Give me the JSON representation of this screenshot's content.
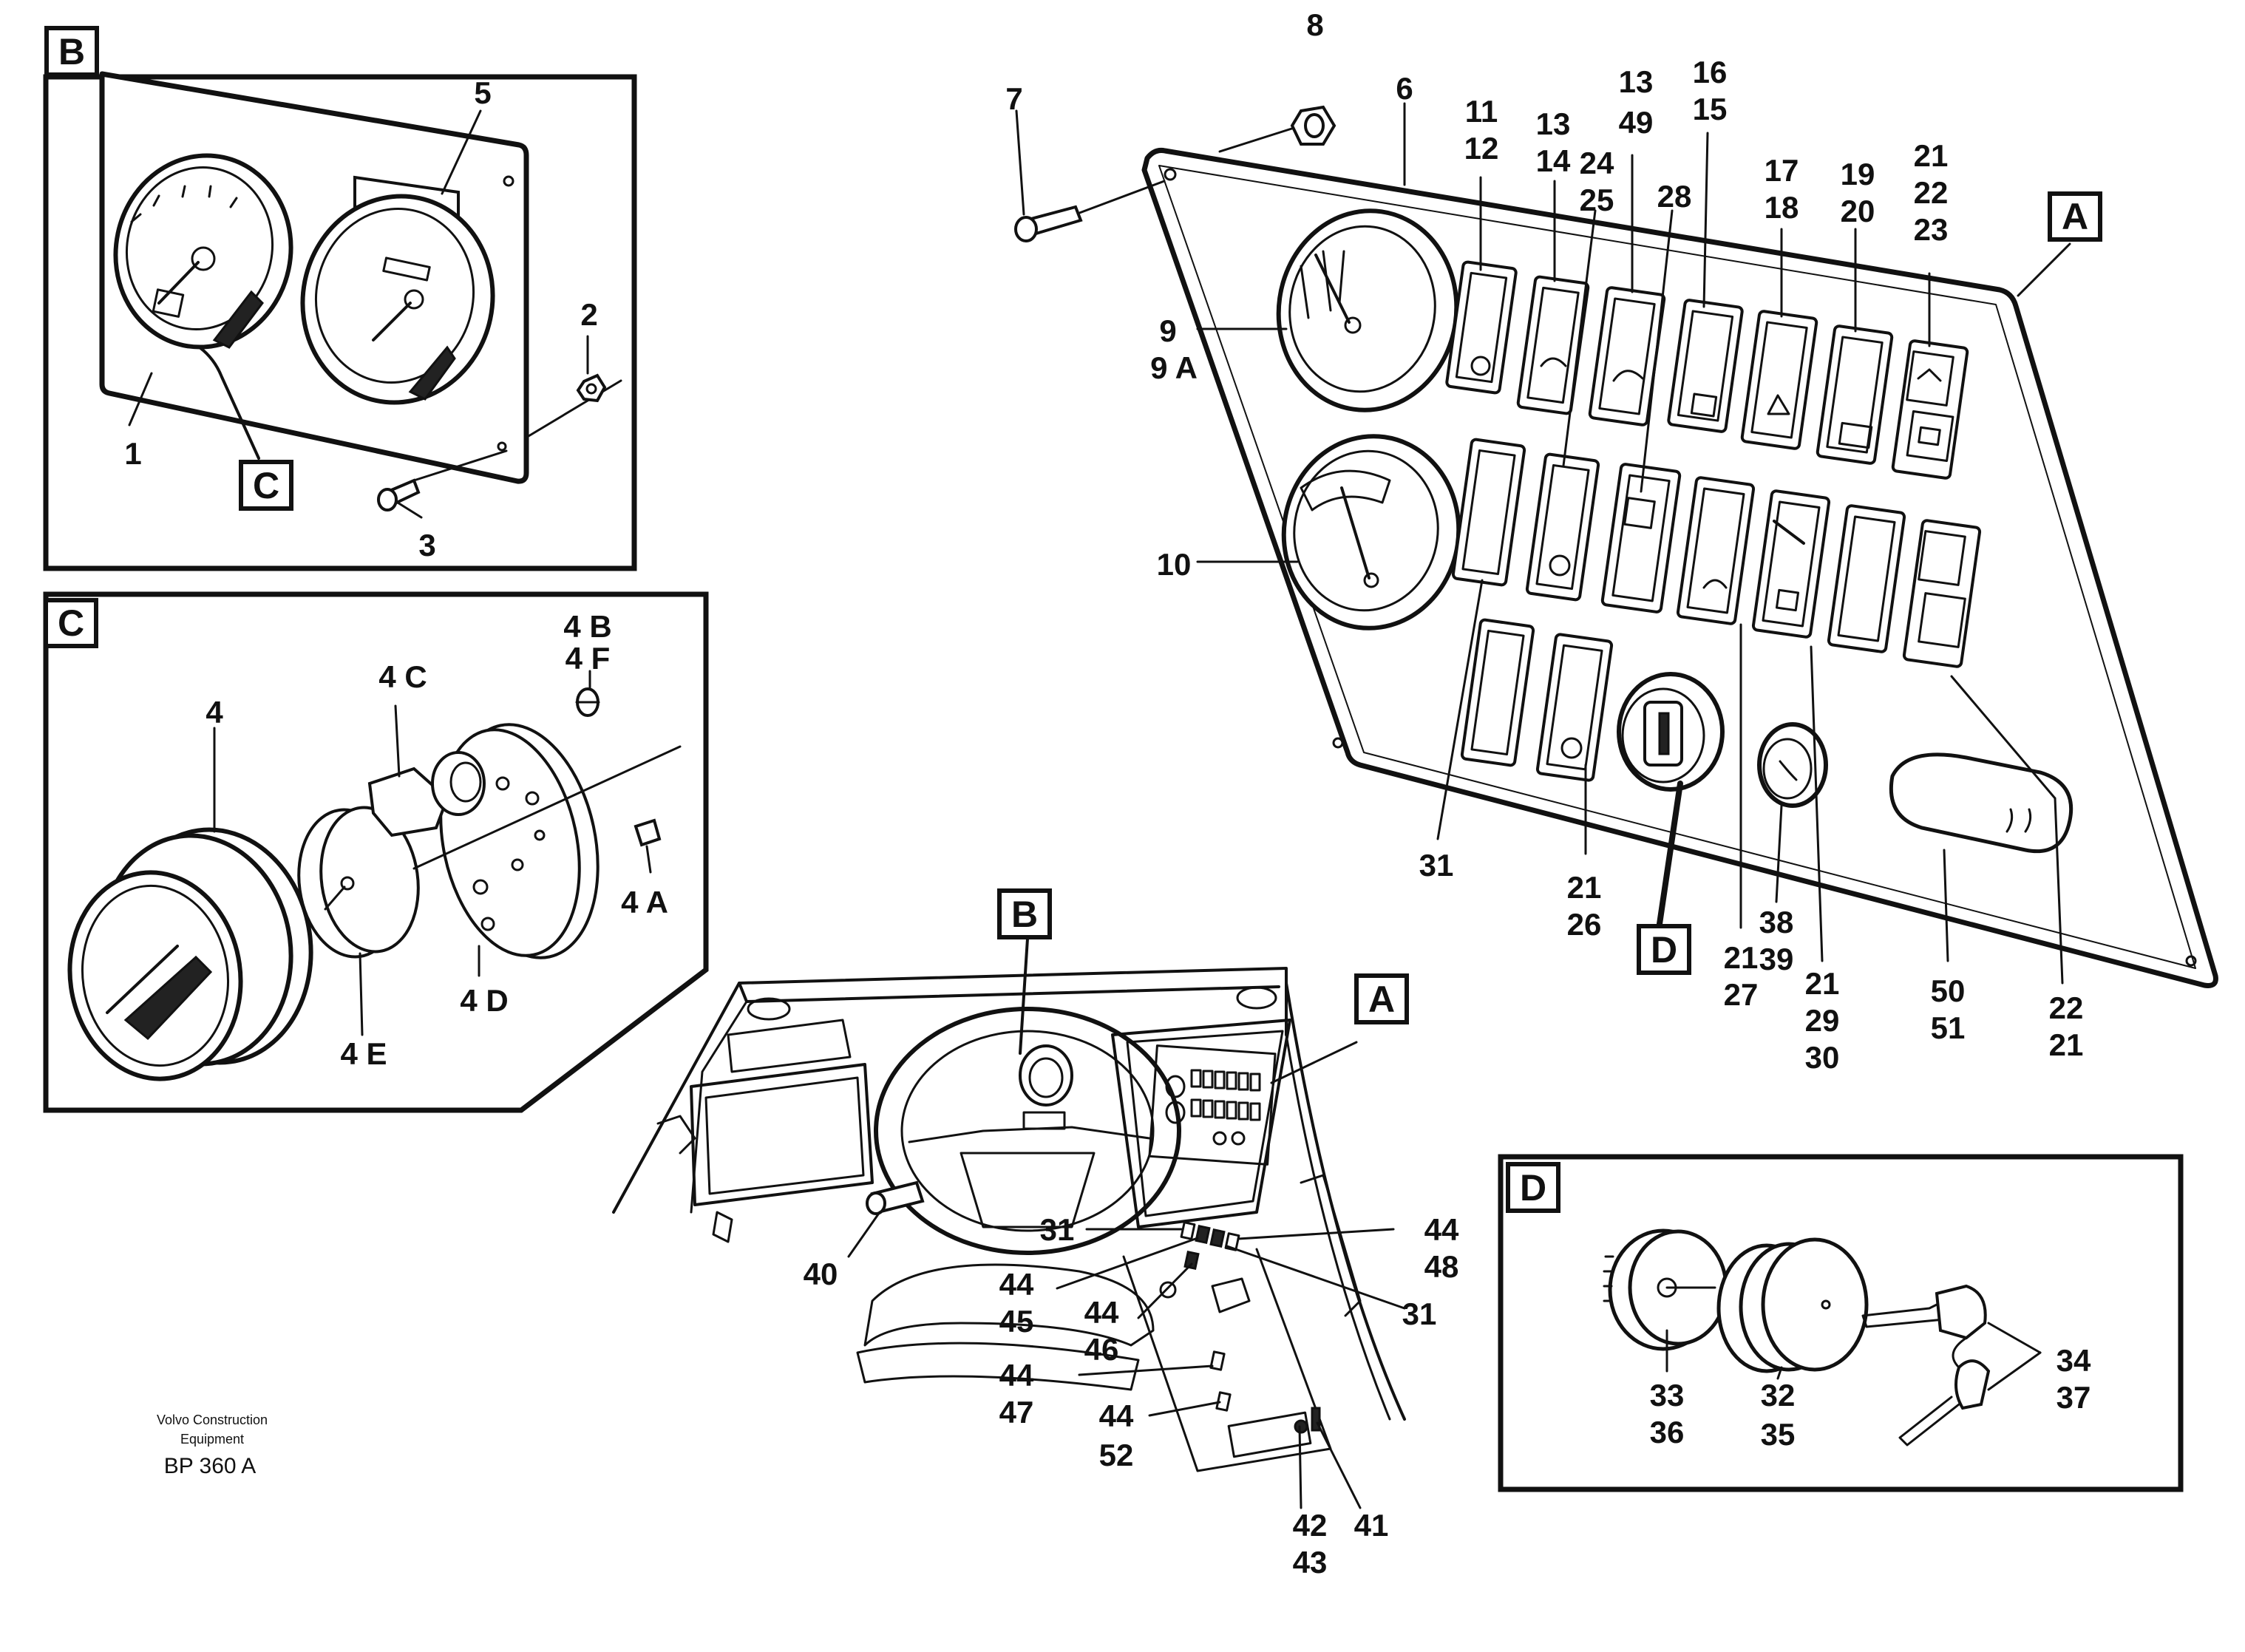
{
  "callout_boxes": {
    "B": "B",
    "C": "C",
    "A": "A",
    "D": "D"
  },
  "labels": {
    "l1": "1",
    "l2": "2",
    "l3": "3",
    "l5": "5",
    "l4": "4",
    "l4a": "4 A",
    "l4b": "4 B",
    "l4c": "4 C",
    "l4d": "4 D",
    "l4e": "4 E",
    "l4f": "4 F",
    "l6": "6",
    "l7": "7",
    "l8": "8",
    "l9": "9",
    "l9a": "9 A",
    "l10": "10",
    "l11": "11",
    "l12": "12",
    "l13a": "13",
    "l14": "14",
    "l24": "24",
    "l25": "25",
    "l13b": "13",
    "l49": "49",
    "l28": "28",
    "l16": "16",
    "l15": "15",
    "l17": "17",
    "l18": "18",
    "l19": "19",
    "l20": "20",
    "l21a": "21",
    "l22a": "22",
    "l23": "23",
    "l31a": "31",
    "l21b": "21",
    "l26": "26",
    "l21c": "21",
    "l27": "27",
    "l38": "38",
    "l39": "39",
    "l21d": "21",
    "l29": "29",
    "l30": "30",
    "l50": "50",
    "l51": "51",
    "l22b": "22",
    "l21e": "21",
    "l40": "40",
    "l31b": "31",
    "l31c": "31",
    "l44a": "44",
    "l48": "48",
    "l44b": "44",
    "l45": "45",
    "l44c": "44",
    "l46": "46",
    "l44d": "44",
    "l47": "47",
    "l44e": "44",
    "l52": "52",
    "l42": "42",
    "l43": "43",
    "l41": "41",
    "l33": "33",
    "l36": "36",
    "l32": "32",
    "l35": "35",
    "l34": "34",
    "l37": "37"
  },
  "footer": {
    "company_line1": "Volvo Construction",
    "company_line2": "Equipment",
    "code": "BP 360 A"
  }
}
